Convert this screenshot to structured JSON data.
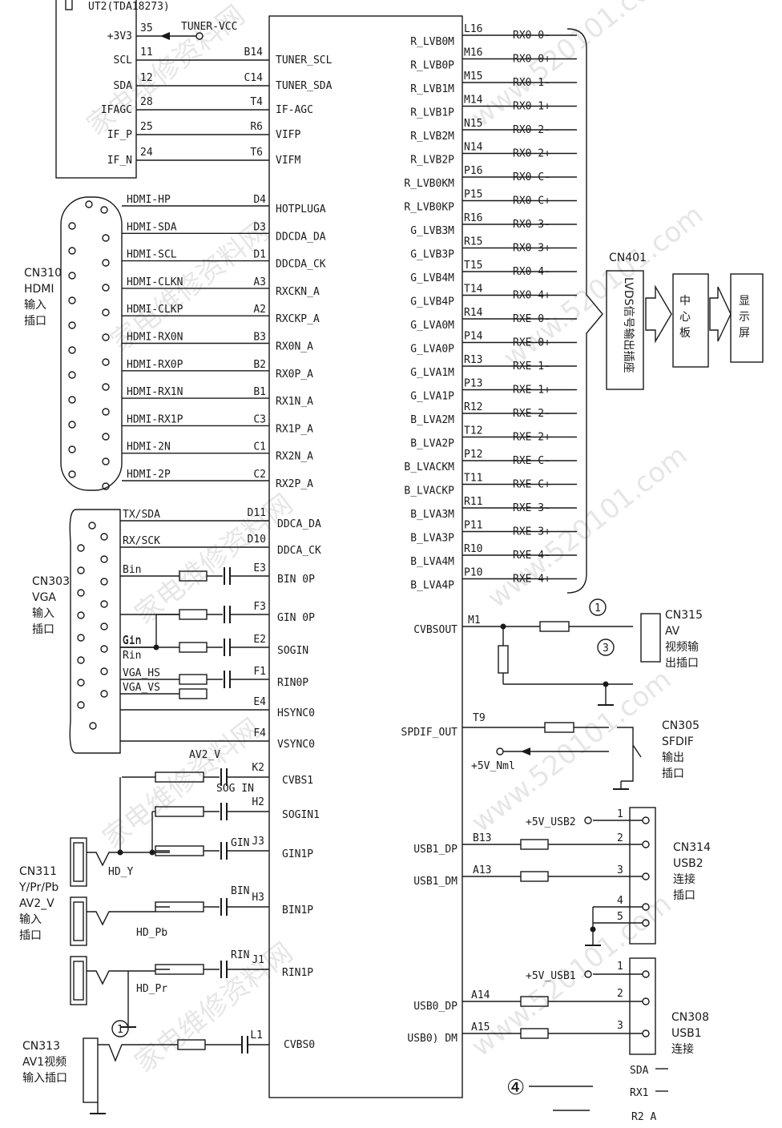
{
  "header": {
    "tuner_chip": "UT2(TDA18273)"
  },
  "tuner": {
    "pins": [
      {
        "name": "+3V3",
        "num": "35",
        "chip_pin": "",
        "chip_label": ""
      },
      {
        "name": "SCL",
        "num": "11",
        "chip_pin": "B14",
        "chip_label": "TUNER_SCL"
      },
      {
        "name": "SDA",
        "num": "12",
        "chip_pin": "C14",
        "chip_label": "TUNER_SDA"
      },
      {
        "name": "IFAGC",
        "num": "28",
        "chip_pin": "T4",
        "chip_label": "IF-AGC"
      },
      {
        "name": "IF_P",
        "num": "25",
        "chip_pin": "R6",
        "chip_label": "VIFP"
      },
      {
        "name": "IF_N",
        "num": "24",
        "chip_pin": "T6",
        "chip_label": "VIFM"
      }
    ],
    "vcc_label": "TUNER-VCC"
  },
  "hdmi": {
    "connector": [
      "CN310",
      "HDMI",
      "输入",
      "插口"
    ],
    "signals": [
      {
        "sig": "HDMI-HP",
        "pin": "D4",
        "label": "HOTPLUGA"
      },
      {
        "sig": "HDMI-SDA",
        "pin": "D3",
        "label": "DDCDA_DA"
      },
      {
        "sig": "HDMI-SCL",
        "pin": "D1",
        "label": "DDCDA_CK"
      },
      {
        "sig": "HDMI-CLKN",
        "pin": "A3",
        "label": "RXCKN_A"
      },
      {
        "sig": "HDMI-CLKP",
        "pin": "A2",
        "label": "RXCKP_A"
      },
      {
        "sig": "HDMI-RX0N",
        "pin": "B3",
        "label": "RX0N_A"
      },
      {
        "sig": "HDMI-RX0P",
        "pin": "B2",
        "label": "RX0P_A"
      },
      {
        "sig": "HDMI-RX1N",
        "pin": "B1",
        "label": "RX1N_A"
      },
      {
        "sig": "HDMI-RX1P",
        "pin": "C3",
        "label": "RX1P_A"
      },
      {
        "sig": "HDMI-2N",
        "pin": "C1",
        "label": "RX2N_A"
      },
      {
        "sig": "HDMI-2P",
        "pin": "C2",
        "label": "RX2P_A"
      }
    ]
  },
  "vga": {
    "connector": [
      "CN303",
      "VGA",
      "输入",
      "插口"
    ],
    "signals": [
      {
        "sig": "TX/SDA",
        "pin": "D11",
        "label": "DDCA_DA"
      },
      {
        "sig": "RX/SCK",
        "pin": "D10",
        "label": "DDCA_CK"
      },
      {
        "sig": "Bin",
        "pin": "E3",
        "label": "BIN 0P"
      },
      {
        "sig": "",
        "pin": "F3",
        "label": "GIN 0P"
      },
      {
        "sig": "Gin",
        "pin": "E2",
        "label": "SOGIN"
      },
      {
        "sig": "Rin",
        "pin": "",
        "label": ""
      },
      {
        "sig": "VGA_HS",
        "pin": "F1",
        "label": "RIN0P"
      },
      {
        "sig": "VGA_VS",
        "pin": "E4",
        "label": "HSYNC0"
      },
      {
        "sig": "",
        "pin": "F4",
        "label": "VSYNC0"
      }
    ]
  },
  "ypbpr": {
    "connector": [
      "CN311",
      "Y/Pr/Pb",
      "AV2_V",
      "输入",
      "插口"
    ],
    "signals": [
      {
        "sig": "AV2_V",
        "pin": "K2",
        "label": "CVBS1"
      },
      {
        "sig": "SOG IN",
        "pin": "H2",
        "label": "SOGIN1"
      },
      {
        "sig": "GIN",
        "pin": "J3",
        "label": "GIN1P"
      },
      {
        "sig": "BIN",
        "pin": "H3",
        "label": "BIN1P"
      },
      {
        "sig": "RIN",
        "pin": "J1",
        "label": "RIN1P"
      }
    ],
    "nets": [
      "HD_Y",
      "HD_Pb",
      "HD_Pr"
    ]
  },
  "av1": {
    "connector": [
      "CN313",
      "AV1视频",
      "输入插口"
    ],
    "pin": "L1",
    "label": "CVBS0",
    "marker": "1"
  },
  "lvds": {
    "signals": [
      {
        "label": "R_LVB0M",
        "pin": "L16",
        "net": "RX0 0-"
      },
      {
        "label": "R_LVB0P",
        "pin": "M16",
        "net": "RX0 0+"
      },
      {
        "label": "R_LVB1M",
        "pin": "M15",
        "net": "RX0 1-"
      },
      {
        "label": "R_LVB1P",
        "pin": "M14",
        "net": "RX0 1+"
      },
      {
        "label": "R_LVB2M",
        "pin": "N15",
        "net": "RX0 2-"
      },
      {
        "label": "R_LVB2P",
        "pin": "N14",
        "net": "RX0 2+"
      },
      {
        "label": "R_LVB0KM",
        "pin": "P16",
        "net": "RX0 C-"
      },
      {
        "label": "R_LVB0KP",
        "pin": "P15",
        "net": "RX0 C+"
      },
      {
        "label": "G_LVB3M",
        "pin": "R16",
        "net": "RX0 3-"
      },
      {
        "label": "G_LVB3P",
        "pin": "R15",
        "net": "RX0 3+"
      },
      {
        "label": "G_LVB4M",
        "pin": "T15",
        "net": "RX0 4-"
      },
      {
        "label": "G_LVB4P",
        "pin": "T14",
        "net": "RX0 4+"
      },
      {
        "label": "G_LVA0M",
        "pin": "R14",
        "net": "RXE 0-"
      },
      {
        "label": "G_LVA0P",
        "pin": "P14",
        "net": "RXE 0+"
      },
      {
        "label": "G_LVA1M",
        "pin": "R13",
        "net": "RXE 1-"
      },
      {
        "label": "G_LVA1P",
        "pin": "P13",
        "net": "RXE 1+"
      },
      {
        "label": "B_LVA2M",
        "pin": "R12",
        "net": "RXE 2-"
      },
      {
        "label": "B_LVA2P",
        "pin": "T12",
        "net": "RXE 2+"
      },
      {
        "label": "B_LVACKM",
        "pin": "P12",
        "net": "RXE C-"
      },
      {
        "label": "B_LVACKP",
        "pin": "T11",
        "net": "RXE C+"
      },
      {
        "label": "B_LVA3M",
        "pin": "R11",
        "net": "RXE 3-"
      },
      {
        "label": "B_LVA3P",
        "pin": "P11",
        "net": "RXE 3+"
      },
      {
        "label": "B_LVA4M",
        "pin": "R10",
        "net": "RXE 4-"
      },
      {
        "label": "B_LVA4P",
        "pin": "P10",
        "net": "RXE 4+"
      }
    ],
    "connector": "CN401",
    "box1": "LVDS信号输出插座",
    "box2": "中心板",
    "box3": "显示屏"
  },
  "cvbsout": {
    "label": "CVBSOUT",
    "pin": "M1",
    "connector": [
      "CN315",
      "AV",
      "视频输",
      "出插口"
    ],
    "markers": [
      "1",
      "3"
    ]
  },
  "spdif": {
    "label": "SPDIF_OUT",
    "pin": "T9",
    "supply": "+5V_Nml",
    "connector": [
      "CN305",
      "SFDIF",
      "输出",
      "插口"
    ]
  },
  "usb2": {
    "supply": "+5V_USB2",
    "signals": [
      {
        "label": "USB1_DP",
        "pin": "B13"
      },
      {
        "label": "USB1_DM",
        "pin": "A13"
      }
    ],
    "pins": [
      "1",
      "2",
      "3",
      "4",
      "5"
    ],
    "connector": [
      "CN314",
      "USB2",
      "连接",
      "插口"
    ]
  },
  "usb1": {
    "supply": "+5V_USB1",
    "signals": [
      {
        "label": "USB0_DP",
        "pin": "A14"
      },
      {
        "label": "USB0) DM",
        "pin": "A15"
      }
    ],
    "pins": [
      "1",
      "2",
      "3"
    ],
    "connector": [
      "CN308",
      "USB1",
      "连接"
    ]
  },
  "footer": {
    "marker": "④",
    "stubs": [
      "SDA",
      "RX1",
      "R2 A"
    ]
  },
  "watermark": [
    "家电维修资料网",
    "www.520101.com"
  ]
}
